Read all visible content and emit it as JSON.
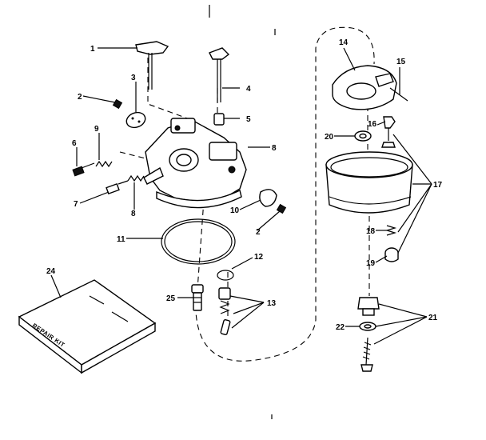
{
  "callouts": [
    {
      "key": "c1",
      "text": "1"
    },
    {
      "key": "c2a",
      "text": "2"
    },
    {
      "key": "c2b",
      "text": "2"
    },
    {
      "key": "c3",
      "text": "3"
    },
    {
      "key": "c4",
      "text": "4"
    },
    {
      "key": "c5",
      "text": "5"
    },
    {
      "key": "c6",
      "text": "6"
    },
    {
      "key": "c7",
      "text": "7"
    },
    {
      "key": "c8a",
      "text": "8"
    },
    {
      "key": "c8b",
      "text": "8"
    },
    {
      "key": "c9",
      "text": "9"
    },
    {
      "key": "c10",
      "text": "10"
    },
    {
      "key": "c11",
      "text": "11"
    },
    {
      "key": "c12",
      "text": "12"
    },
    {
      "key": "c13",
      "text": "13"
    },
    {
      "key": "c14",
      "text": "14"
    },
    {
      "key": "c15",
      "text": "15"
    },
    {
      "key": "c16",
      "text": "16"
    },
    {
      "key": "c17",
      "text": "17"
    },
    {
      "key": "c18",
      "text": "18"
    },
    {
      "key": "c19",
      "text": "19"
    },
    {
      "key": "c20",
      "text": "20"
    },
    {
      "key": "c21",
      "text": "21"
    },
    {
      "key": "c22",
      "text": "22"
    },
    {
      "key": "c24",
      "text": "24"
    },
    {
      "key": "c25",
      "text": "25"
    }
  ],
  "repair_kit_label": "REPAIR KIT"
}
